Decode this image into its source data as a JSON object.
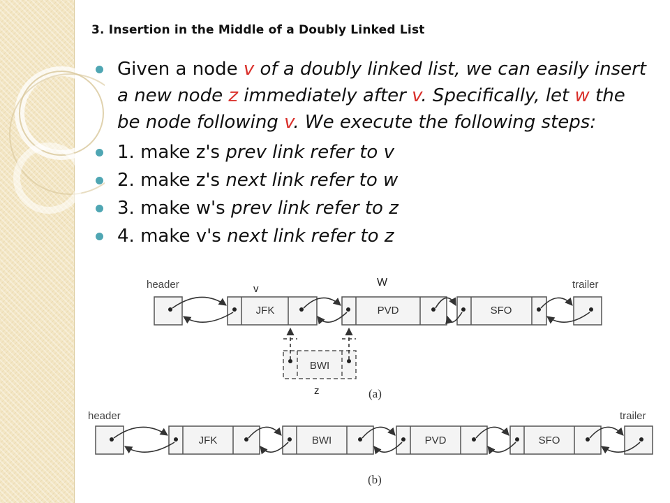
{
  "title": "3.  Insertion in the Middle of a Doubly Linked List",
  "intro": {
    "s1": "Given a node ",
    "v1": "v",
    "s2": " of a doubly linked list, we can easily insert a new node ",
    "z1": "z",
    "s3": " immediately after ",
    "v2": "v",
    "s4": ". Specifically, let ",
    "w1": "w",
    "s5": " the be node following ",
    "v3": "v",
    "s6": ". We execute the following steps:"
  },
  "steps": [
    {
      "lead": "1. make z's ",
      "rest": "prev link refer to v"
    },
    {
      "lead": "2. make z's ",
      "rest": "next link refer to w"
    },
    {
      "lead": "3. make w's ",
      "rest": "prev link refer to z"
    },
    {
      "lead": "4. make v's ",
      "rest": "next link refer to z"
    }
  ],
  "diagram_a": {
    "header_label": "header",
    "trailer_label": "trailer",
    "v_label": "v",
    "w_label": "W",
    "z_label": "z",
    "nodes": [
      "JFK",
      "PVD",
      "SFO"
    ],
    "new_node": "BWI",
    "caption": "(a)"
  },
  "diagram_b": {
    "header_label": "header",
    "trailer_label": "trailer",
    "nodes": [
      "JFK",
      "BWI",
      "PVD",
      "SFO"
    ],
    "caption": "(b)"
  },
  "colors": {
    "bullet": "#4fa6b3",
    "highlight": "#d9302b",
    "band": "#f3e6c4"
  }
}
